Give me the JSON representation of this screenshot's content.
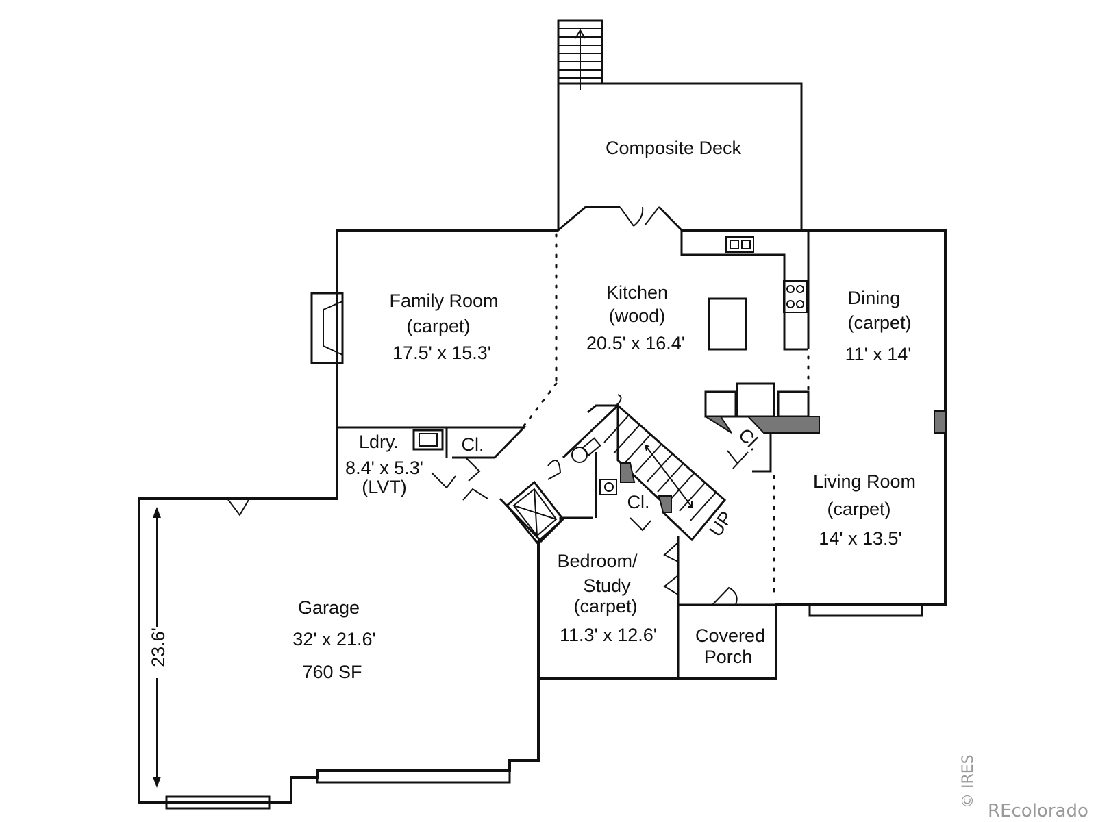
{
  "rooms": {
    "deck": "Composite Deck",
    "family": [
      "Family Room",
      "(carpet)",
      "17.5' x 15.3'"
    ],
    "kitchen": [
      "Kitchen",
      "(wood)",
      "20.5' x 16.4'"
    ],
    "dining": [
      "Dining",
      "(carpet)",
      "11' x 14'"
    ],
    "laundry": [
      "Ldry.",
      "8.4' x 5.3'",
      "(LVT)"
    ],
    "closet_label": "Cl.",
    "living": [
      "Living Room",
      "(carpet)",
      "14' x 13.5'"
    ],
    "bedroom": [
      "Bedroom/",
      "Study",
      "(carpet)",
      "11.3' x 12.6'"
    ],
    "porch": [
      "Covered",
      "Porch"
    ],
    "garage": [
      "Garage",
      "32' x 21.6'",
      "760 SF"
    ],
    "garage_depth": "23.6'",
    "stair": "UP"
  },
  "watermark": {
    "ires": "© IRES",
    "brand": "REcolorado"
  }
}
